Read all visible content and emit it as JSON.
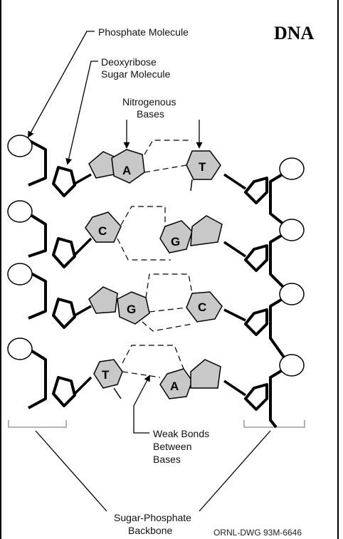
{
  "title": "DNA",
  "labels": {
    "phosphate": "Phosphate Molecule",
    "sugar_line1": "Deoxyribose",
    "sugar_line2": "Sugar Molecule",
    "bases_line1": "Nitrogenous",
    "bases_line2": "Bases",
    "weak_line1": "Weak Bonds",
    "weak_line2": "Between",
    "weak_line3": "Bases",
    "backbone_line1": "Sugar-Phosphate",
    "backbone_line2": "Backbone",
    "drawing_code": "ORNL-DWG 93M-6646"
  },
  "base_pairs": [
    {
      "left": "A",
      "right": "T"
    },
    {
      "left": "C",
      "right": "G"
    },
    {
      "left": "G",
      "right": "C"
    },
    {
      "left": "T",
      "right": "A"
    }
  ],
  "colors": {
    "line": "#000000",
    "base_fill": "#c8c8c8",
    "background": "#ffffff"
  }
}
